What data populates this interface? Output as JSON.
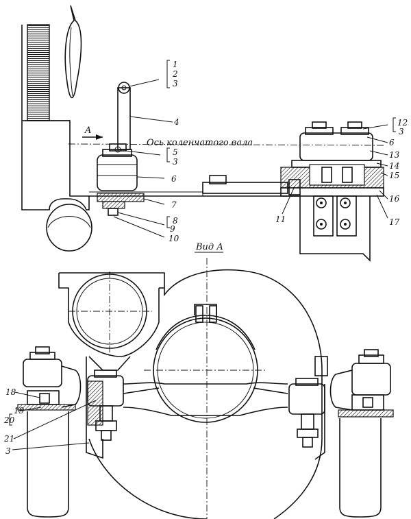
{
  "diagram": {
    "axis_label": "Ось коленчатого вала",
    "view_label": "Вид А",
    "arrow_label": "A",
    "labels": {
      "l1": "1",
      "l2": "2",
      "l3a": "3",
      "l4": "4",
      "l5": "5",
      "l3b": "3",
      "l6a": "6",
      "l7": "7",
      "l8": "8",
      "l9": "9",
      "l10": "10",
      "l11": "11",
      "l12": "12",
      "l3c": "3",
      "l6b": "6",
      "l13": "13",
      "l14": "14",
      "l15": "15",
      "l16": "16",
      "l17": "17",
      "l18": "18",
      "l19": "19",
      "l20": "20",
      "l21": "21",
      "l3d": "3"
    }
  }
}
